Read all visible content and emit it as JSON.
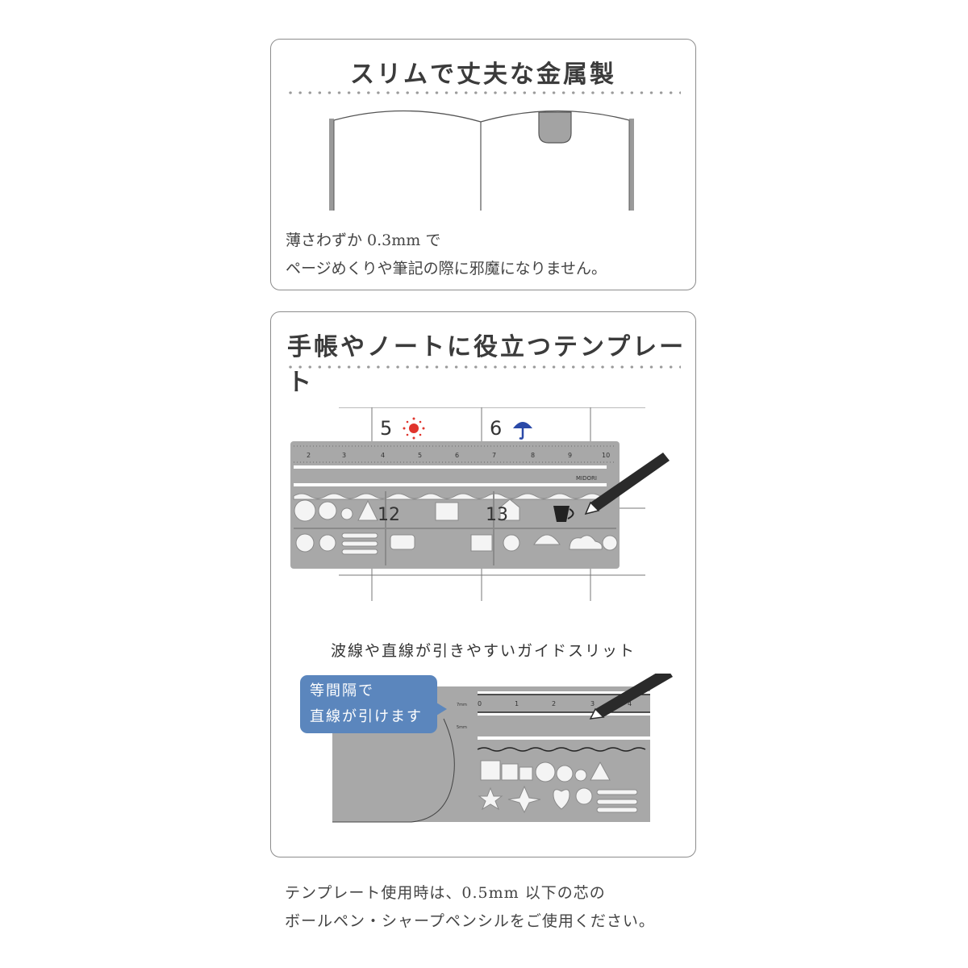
{
  "section1": {
    "title": "スリムで丈夫な金属製",
    "illustration": "open-notebook-with-metal-template-bookmark",
    "body_lines": [
      "薄さわずか 0.3mm で",
      "ページめくりや筆記の際に邪魔になりません。"
    ]
  },
  "section2": {
    "title": "手帳やノートに役立つテンプレート",
    "calendar": {
      "days": [
        {
          "num": "5",
          "weather": "sun-icon",
          "color": "#e0342c"
        },
        {
          "num": "6",
          "weather": "umbrella-icon",
          "color": "#2b4aa8"
        },
        {
          "num": "12"
        },
        {
          "num": "13"
        }
      ]
    },
    "ruler": {
      "ticks": [
        "2",
        "3",
        "4",
        "5",
        "6",
        "7",
        "8",
        "9",
        "10"
      ],
      "brand": "MIDORI"
    },
    "guide_caption": "波線や直線が引きやすいガイドスリット",
    "bubble_lines": [
      "等間隔で",
      "直線が引けます"
    ],
    "guide_ruler": {
      "ticks": [
        "0",
        "1",
        "2",
        "3",
        "4"
      ],
      "labels": [
        "7mm",
        "5mm"
      ]
    }
  },
  "footer": {
    "lines": [
      "テンプレート使用時は、0.5mm 以下の芯の",
      "ボールペン・シャープペンシルをご使用ください。"
    ]
  },
  "colors": {
    "metal": "#a8a8a8",
    "bubble": "#5b86bd",
    "sun": "#e0342c",
    "umbrella": "#2b4aa8",
    "border": "#8c8c8c"
  }
}
